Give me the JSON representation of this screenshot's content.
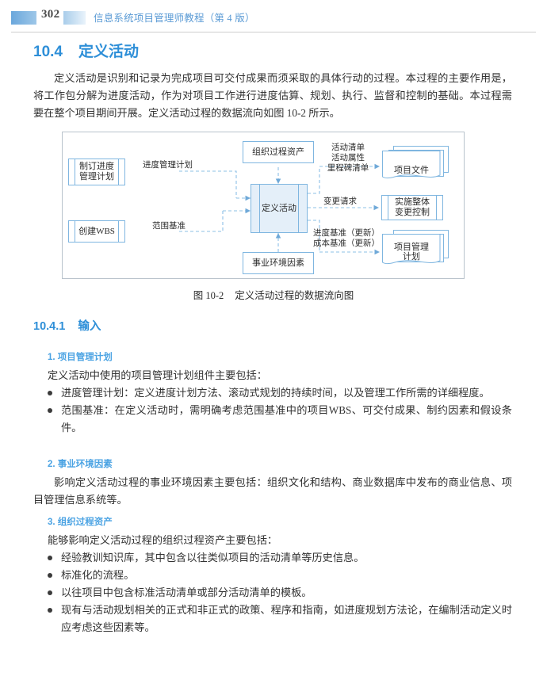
{
  "header": {
    "page_number": "302",
    "book_title": "信息系统项目管理师教程（第 4 版）"
  },
  "sections": {
    "main": {
      "number": "10.4",
      "title": "定义活动"
    },
    "sub": {
      "number": "10.4.1",
      "title": "输入"
    }
  },
  "intro_paragraph": "定义活动是识别和记录为完成项目可交付成果而须采取的具体行动的过程。本过程的主要作用是，将工作包分解为进度活动，作为对项目工作进行进度估算、规划、执行、监督和控制的基础。本过程需要在整个项目期间开展。定义活动过程的数据流向如图 10-2 所示。",
  "figure": {
    "caption_number": "图 10-2",
    "caption_title": "定义活动过程的数据流向图",
    "nodes": {
      "left_top": "制订进度\n管理计划",
      "left_top_line1": "制订进度",
      "left_top_line2": "管理计划",
      "left_bottom": "创建WBS",
      "top": "组织过程资产",
      "bottom": "事业环境因素",
      "center": "定义活动",
      "right_top": "项目文件",
      "right_mid_line1": "实施整体",
      "right_mid_line2": "变更控制",
      "right_bottom_line1": "项目管理",
      "right_bottom_line2": "计划"
    },
    "flow_labels": {
      "schedule_mgmt_plan": "进度管理计划",
      "scope_baseline": "范围基准",
      "outputs_top_line1": "活动清单",
      "outputs_top_line2": "活动属性",
      "outputs_top_line3": "里程碑清单",
      "change_request": "变更请求",
      "updates_line1": "进度基准（更新）",
      "updates_line2": "成本基准（更新）"
    }
  },
  "content": {
    "item1": {
      "heading": "1. 项目管理计划",
      "lead": "定义活动中使用的项目管理计划组件主要包括：",
      "bullets": [
        "进度管理计划：定义进度计划方法、滚动式规划的持续时间，以及管理工作所需的详细程度。",
        "范围基准：在定义活动时，需明确考虑范围基准中的项目WBS、可交付成果、制约因素和假设条件。"
      ]
    },
    "item2": {
      "heading": "2. 事业环境因素",
      "paragraph": "影响定义活动过程的事业环境因素主要包括：组织文化和结构、商业数据库中发布的商业信息、项目管理信息系统等。"
    },
    "item3": {
      "heading": "3. 组织过程资产",
      "lead": "能够影响定义活动过程的组织过程资产主要包括：",
      "bullets": [
        "经验教训知识库，其中包含以往类似项目的活动清单等历史信息。",
        "标准化的流程。",
        "以往项目中包含标准活动清单或部分活动清单的模板。",
        "现有与活动规划相关的正式和非正式的政策、程序和指南，如进度规划方法论，在编制活动定义时应考虑这些因素等。"
      ]
    }
  },
  "colors": {
    "heading_blue": "#2e8fd8",
    "subheading_blue": "#4ba3e3",
    "header_title_blue": "#5b9bd5",
    "diagram_stroke": "#7fb6e0",
    "diagram_fill": "#e4eff9",
    "frame_stroke": "#b9c3cc"
  }
}
